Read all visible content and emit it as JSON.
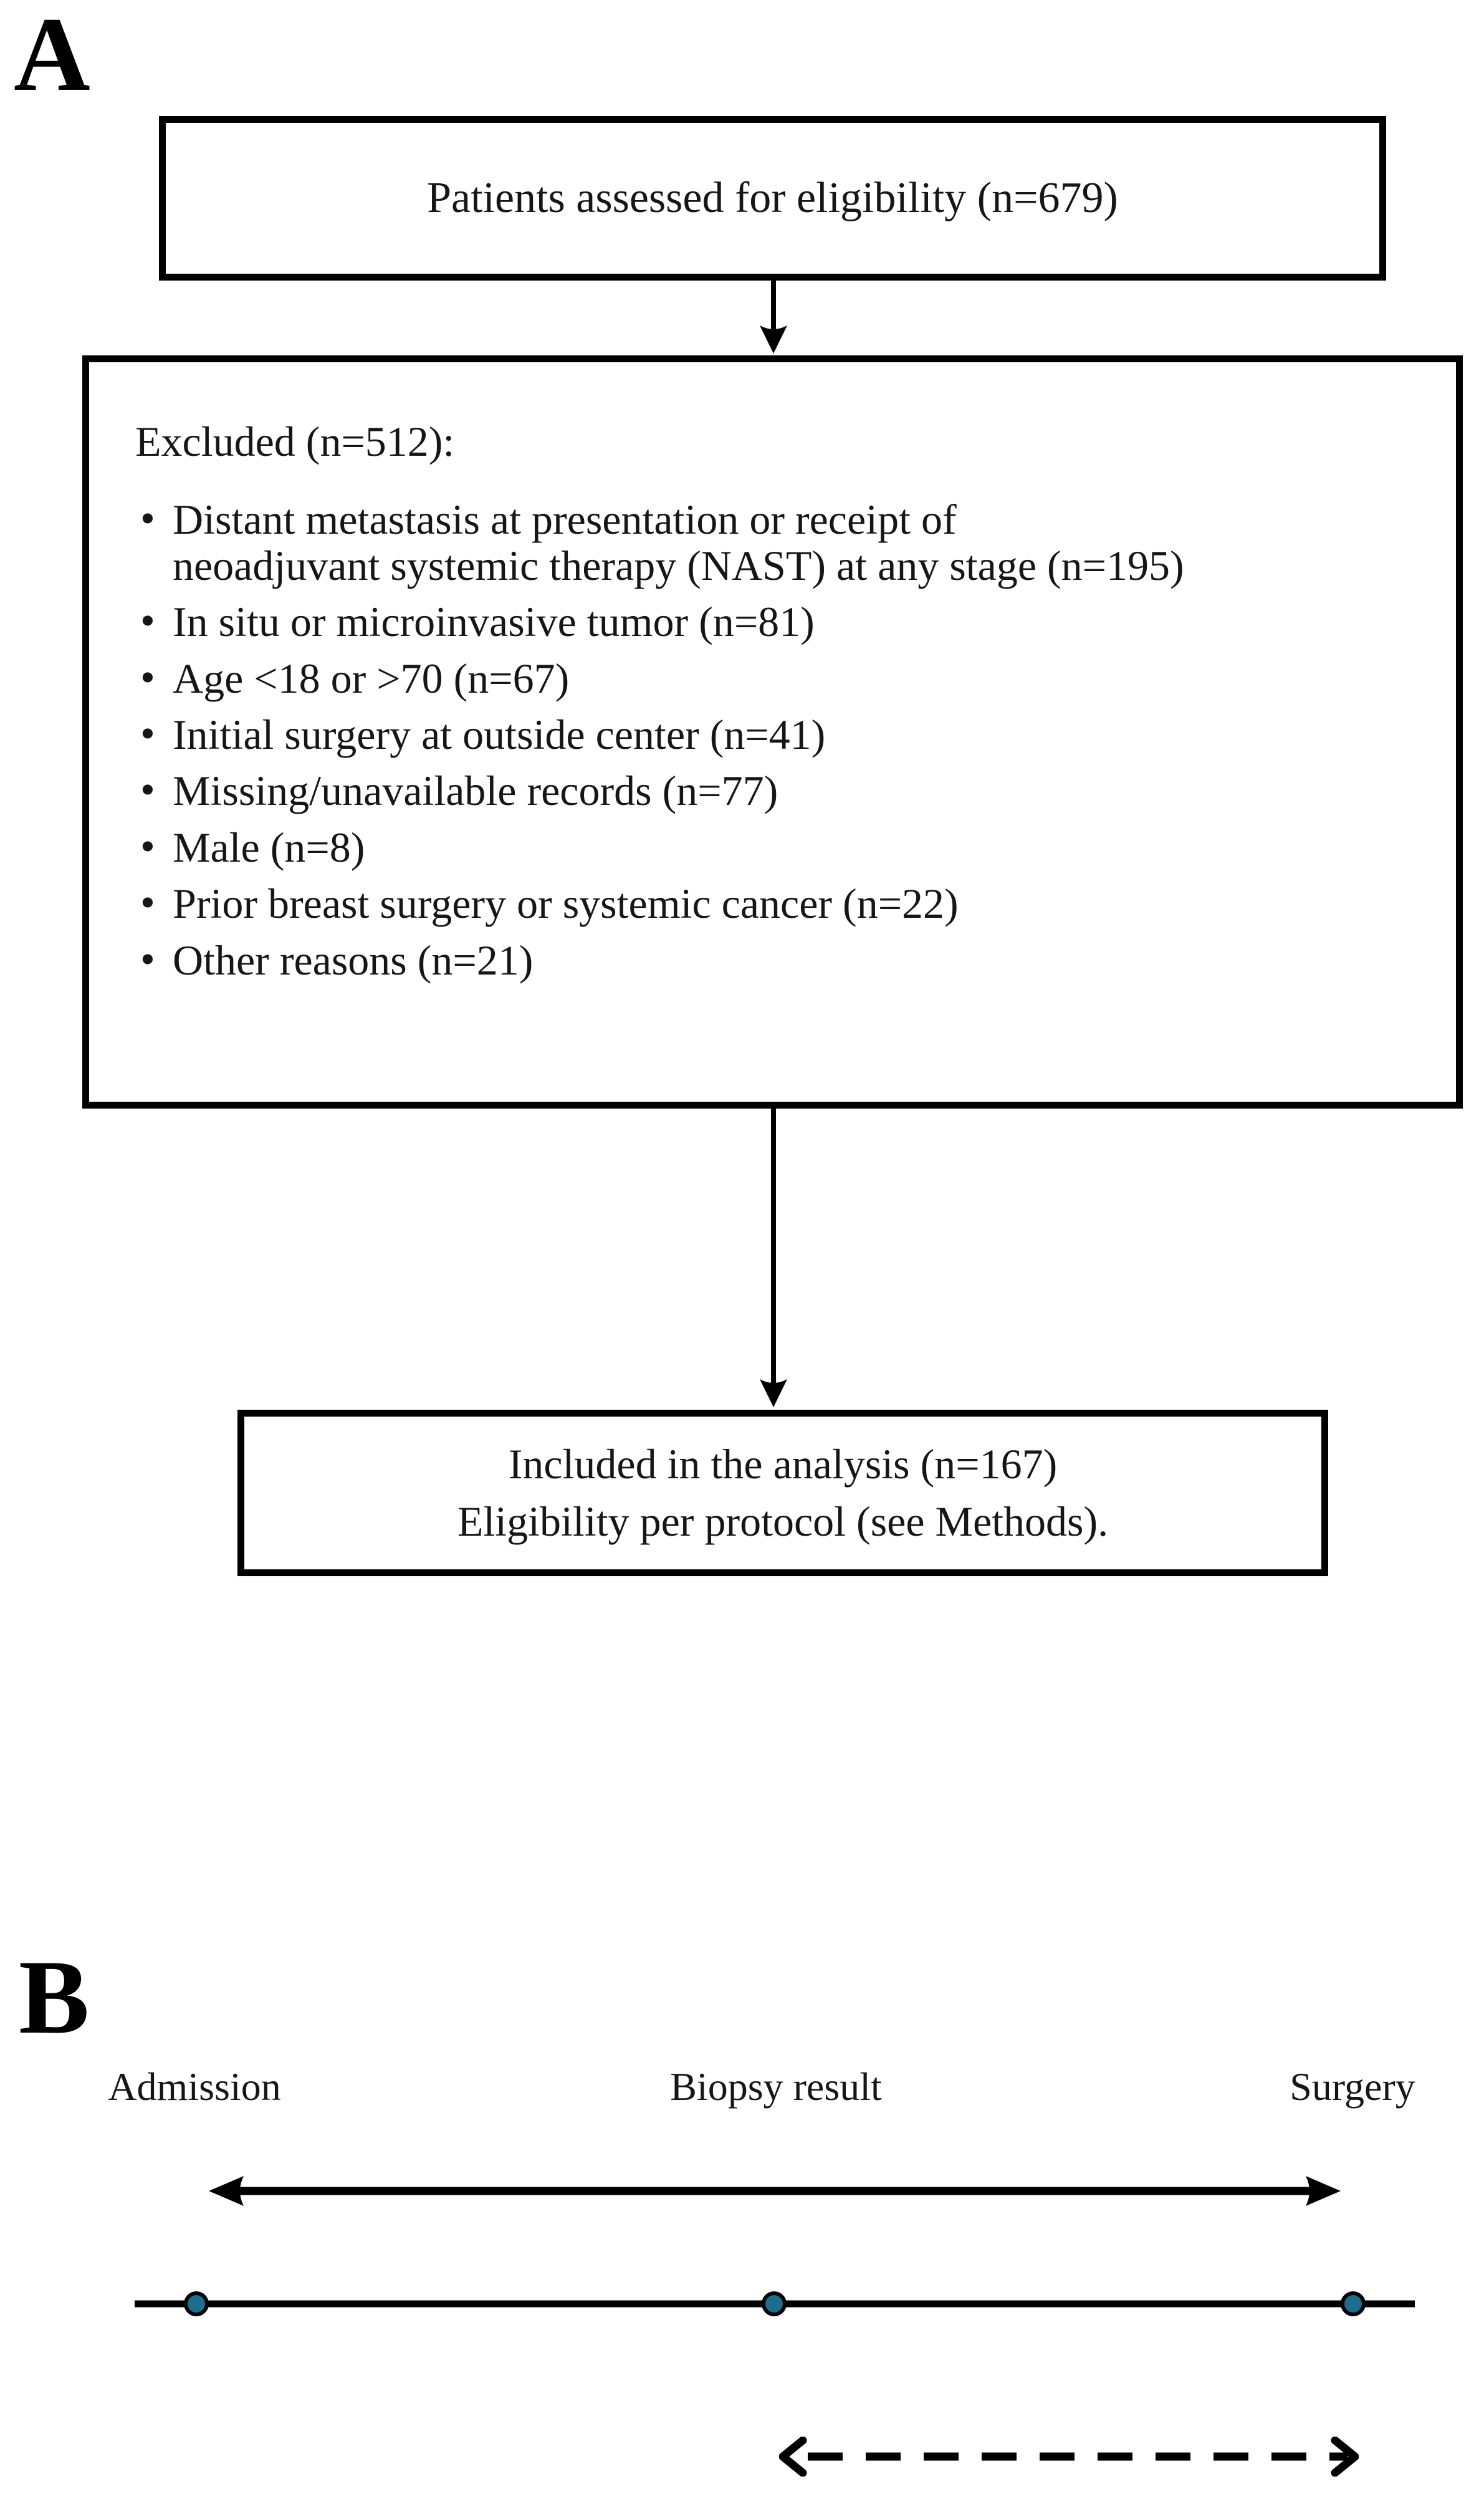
{
  "colors": {
    "background": "#ffffff",
    "line": "#000000",
    "timeline_dot": "#1b6e8e"
  },
  "panel_a": {
    "label": "A",
    "eligibility_box": {
      "text": "Patients assessed for eligibility (n=679)"
    },
    "excluded_box": {
      "title": "Excluded (n=512):",
      "reasons": [
        {
          "lines": [
            "Distant metastasis at presentation or receipt of",
            "neoadjuvant systemic therapy (NAST) at any stage (n=195)"
          ]
        },
        {
          "lines": [
            "In situ or microinvasive tumor (n=81)"
          ]
        },
        {
          "lines": [
            "Age <18 or >70 (n=67)"
          ]
        },
        {
          "lines": [
            "Initial surgery at outside center (n=41)"
          ]
        },
        {
          "lines": [
            "Missing/unavailable records (n=77)"
          ]
        },
        {
          "lines": [
            "Male (n=8)"
          ]
        },
        {
          "lines": [
            "Prior breast surgery or systemic cancer (n=22)"
          ]
        },
        {
          "lines": [
            "Other reasons (n=21)"
          ]
        }
      ]
    },
    "included_box": {
      "line1": "Included in the analysis (n=167)",
      "line2": "Eligibility per protocol (see Methods)."
    }
  },
  "panel_b": {
    "label": "B",
    "events": [
      "Admission",
      "Biopsy result",
      "Surgery"
    ]
  },
  "icons": {
    "down_arrow": "↓",
    "double_arrow_solid": "↔",
    "double_arrow_dashed": "⇠⇢"
  }
}
